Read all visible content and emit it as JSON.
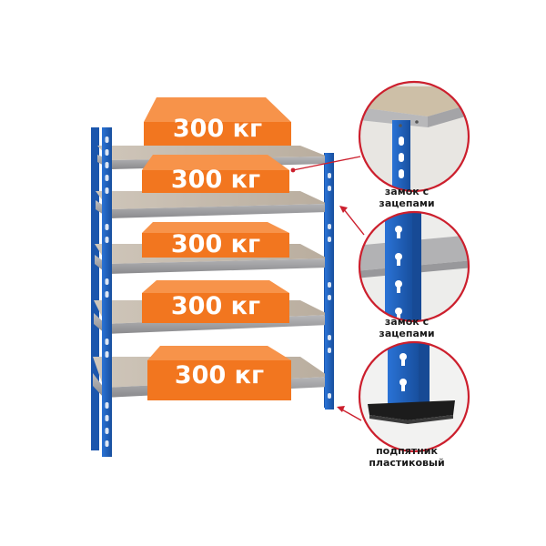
{
  "shelves": [
    {
      "load_label": "300 кг"
    },
    {
      "load_label": "300 кг"
    },
    {
      "load_label": "300 кг"
    },
    {
      "load_label": "300 кг"
    },
    {
      "load_label": "300 кг"
    }
  ],
  "callouts": [
    {
      "line1": "замок с",
      "line2": "зацепами",
      "subject": "shelf corner lock with hooks"
    },
    {
      "line1": "замок с",
      "line2": "зацепами",
      "subject": "upright with keyhole slots"
    },
    {
      "line1": "подпятник",
      "line2": "пластиковый",
      "subject": "plastic foot pad"
    }
  ],
  "colors": {
    "upright_blue": "#1f5fbf",
    "shelf_grey": "#8f8f92",
    "badge_orange": "#f2761f",
    "pointer_red": "#cc1f2d"
  }
}
